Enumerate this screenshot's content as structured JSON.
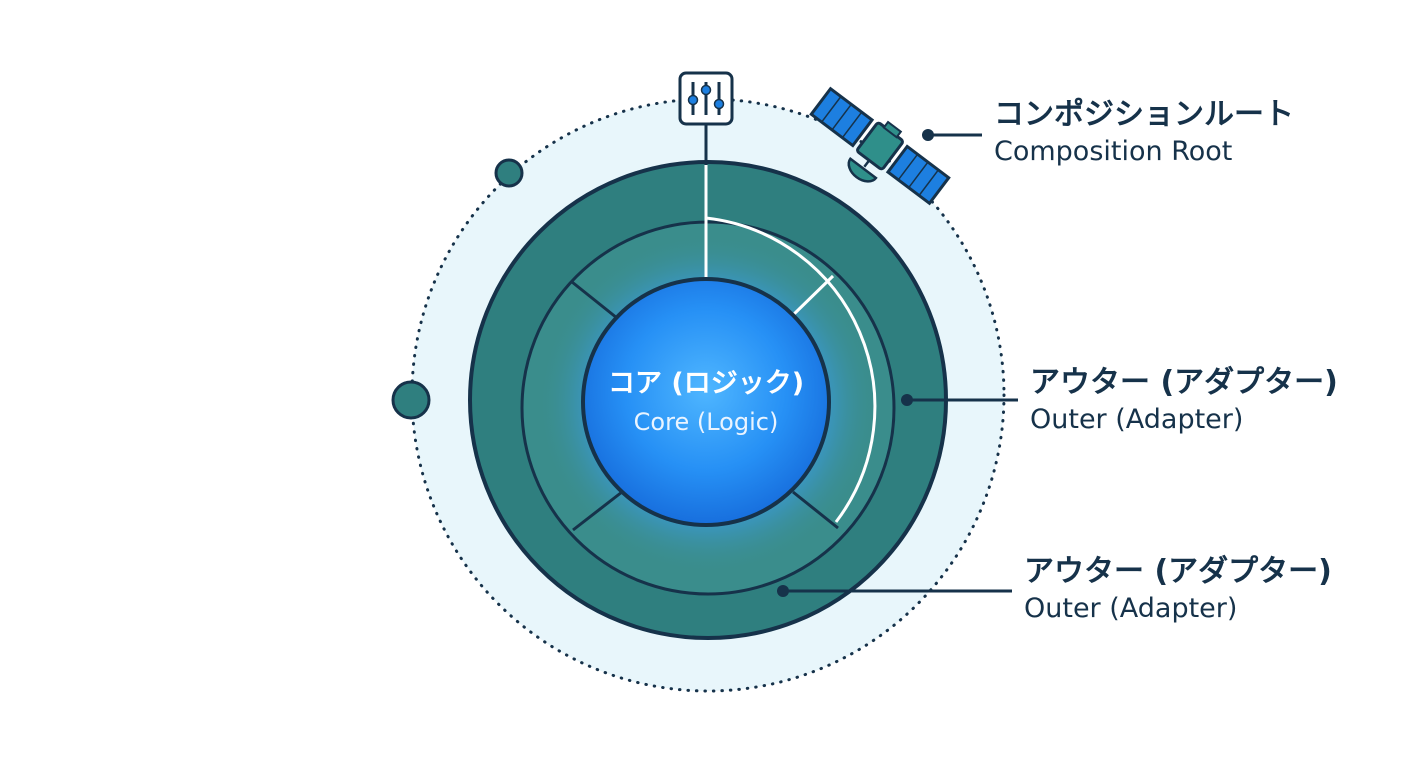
{
  "labels": {
    "composition_root": {
      "jp": "コンポジションルート",
      "en": "Composition Root"
    },
    "outer_upper": {
      "jp": "アウター (アダプター)",
      "en": "Outer (Adapter)"
    },
    "outer_lower": {
      "jp": "アウター (アダプター)",
      "en": "Outer (Adapter)"
    },
    "core": {
      "jp": "コア (ロジック)",
      "en": "Core (Logic)"
    }
  },
  "icons": {
    "top": "sliders-icon",
    "top_right": "satellite-icon"
  },
  "colors": {
    "background": "#ffffff",
    "halo": "#e8f6fb",
    "outer_ring": "#2f7f7f",
    "inner_ring": "#3a8d8c",
    "core": "#1e7ff0",
    "outline": "#16324a",
    "accent_blue": "#1d7fe0"
  }
}
